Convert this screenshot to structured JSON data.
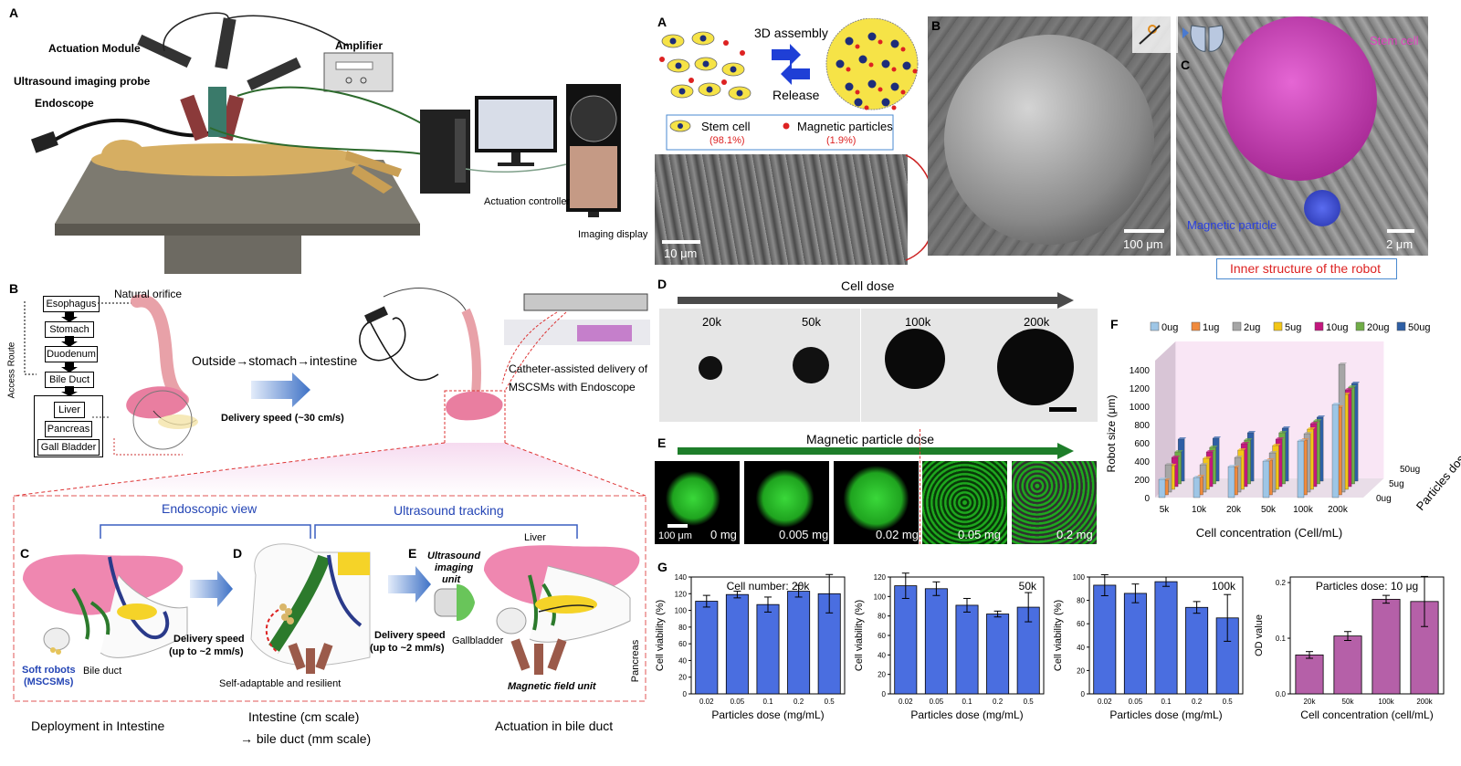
{
  "left": {
    "panel_a": {
      "letter": "A",
      "actuation_module": "Actuation Module",
      "ultrasound_probe": "Ultrasound imaging probe",
      "endoscope": "Endoscope",
      "amplifier": "Amplifier",
      "actuation_controller": "Actuation controller",
      "imaging_display": "Imaging display"
    },
    "panel_b": {
      "letter": "B",
      "access_route": "Access Route",
      "route_boxes": [
        "Esophagus",
        "Stomach",
        "Duodenum",
        "Bile Duct",
        "Liver",
        "Pancreas",
        "Gall Bladder"
      ],
      "natural_orifice": "Natural orifice",
      "outside_path": "Outside→stomach→intestine",
      "delivery_speed": "Delivery speed (~30 cm/s)",
      "catheter_caption_1": "Catheter-assisted delivery of",
      "catheter_caption_2": "MSCSMs with Endoscope"
    },
    "detail": {
      "endoscopic_view": "Endoscopic view",
      "ultrasound_tracking": "Ultrasound tracking",
      "c_letter": "C",
      "d_letter": "D",
      "e_letter": "E",
      "soft_robots_1": "Soft robots",
      "soft_robots_2": "(MSCSMs)",
      "bile_duct": "Bile duct",
      "delivery_speed_c_1": "Delivery speed",
      "delivery_speed_c_2": "(up to ~2 mm/s)",
      "delivery_speed_d_1": "Delivery speed",
      "delivery_speed_d_2": "(up to ~2 mm/s)",
      "self_adaptable": "Self-adaptable and resilient",
      "us_unit_1": "Ultrasound",
      "us_unit_2": "imaging",
      "us_unit_3": "unit",
      "liver": "Liver",
      "gallbladder": "Gallbladder",
      "pancreas": "Pancreas",
      "magnetic_field_unit": "Magnetic field unit",
      "caption_c": "Deployment in Intestine",
      "caption_d_1": "Intestine (cm scale)",
      "caption_d_2": "→ bile duct (mm scale)",
      "caption_e": "Actuation in bile duct"
    }
  },
  "right": {
    "panel_a": {
      "letter": "A",
      "assembly": "3D assembly",
      "release": "Release",
      "stem_cell": "Stem cell",
      "stem_cell_pct": "(98.1%)",
      "magnetic_particles": "Magnetic particles",
      "magnetic_pct": "(1.9%)",
      "scale": "10 μm"
    },
    "panel_b": {
      "letter": "B",
      "scale": "100 μm"
    },
    "panel_c": {
      "letter": "C",
      "stem_cell": "Stem cell",
      "magnetic_particle": "Magnetic particle",
      "scale": "2 μm",
      "caption": "Inner structure of the robot"
    },
    "panel_d": {
      "letter": "D",
      "title": "Cell dose",
      "labels": [
        "20k",
        "50k",
        "100k",
        "200k"
      ]
    },
    "panel_e": {
      "letter": "E",
      "title": "Magnetic particle dose",
      "labels": [
        "0 mg",
        "0.005 mg",
        "0.02 mg",
        "0.05 mg",
        "0.2 mg"
      ],
      "scale": "100 μm"
    },
    "panel_f": {
      "letter": "F"
    },
    "panel_g": {
      "letter": "G"
    }
  },
  "chart_data": [
    {
      "type": "bar",
      "panel": "F",
      "xlabel": "Cell concentration (Cell/mL)",
      "ylabel": "Robot size (μm)",
      "zlabel": "Particles dose",
      "categories": [
        "5k",
        "10k",
        "20k",
        "50k",
        "100k",
        "200k"
      ],
      "depth_ticks": [
        "0ug",
        "5ug",
        "50ug"
      ],
      "ylim": [
        0,
        1400
      ],
      "yticks": [
        0,
        200,
        400,
        600,
        800,
        1000,
        1200,
        1400
      ],
      "legend_position": "top",
      "series": [
        {
          "name": "0ug",
          "color": "#9ec6e6",
          "values": [
            200,
            220,
            340,
            400,
            620,
            1020
          ]
        },
        {
          "name": "1ug",
          "color": "#f08a3c",
          "values": [
            160,
            200,
            300,
            380,
            600,
            960
          ]
        },
        {
          "name": "2ug",
          "color": "#a6a6a6",
          "values": [
            300,
            300,
            380,
            430,
            640,
            1400
          ]
        },
        {
          "name": "5ug",
          "color": "#f3c617",
          "values": [
            260,
            340,
            430,
            480,
            660,
            1040
          ]
        },
        {
          "name": "10ug",
          "color": "#c4177e",
          "values": [
            320,
            380,
            470,
            520,
            690,
            1060
          ]
        },
        {
          "name": "20ug",
          "color": "#70ad47",
          "values": [
            350,
            400,
            480,
            560,
            690,
            1060
          ]
        },
        {
          "name": "50ug",
          "color": "#2e5fa5",
          "values": [
            460,
            470,
            530,
            580,
            700,
            1070
          ]
        }
      ]
    },
    {
      "type": "bar",
      "panel": "G",
      "title": "Cell number: 20k",
      "xlabel": "Particles dose (mg/mL)",
      "ylabel": "Cell viability (%)",
      "categories": [
        "0.02",
        "0.05",
        "0.1",
        "0.2",
        "0.5"
      ],
      "values": [
        111,
        119,
        107,
        123,
        120
      ],
      "errors": [
        7,
        4,
        9,
        7,
        23
      ],
      "ylim": [
        0,
        140
      ],
      "yticks": [
        0,
        20,
        40,
        60,
        80,
        100,
        120,
        140
      ],
      "color": "#4a6ee0"
    },
    {
      "type": "bar",
      "panel": "G",
      "title": "50k",
      "xlabel": "Particles dose (mg/mL)",
      "ylabel": "Cell viability (%)",
      "categories": [
        "0.02",
        "0.05",
        "0.1",
        "0.2",
        "0.5"
      ],
      "values": [
        111,
        108,
        91,
        82,
        89
      ],
      "errors": [
        13,
        7,
        7,
        3,
        15
      ],
      "ylim": [
        0,
        120
      ],
      "yticks": [
        0,
        20,
        40,
        60,
        80,
        100,
        120
      ],
      "color": "#4a6ee0"
    },
    {
      "type": "bar",
      "panel": "G",
      "title": "100k",
      "xlabel": "Particles dose (mg/mL)",
      "ylabel": "Cell viability (%)",
      "categories": [
        "0.02",
        "0.05",
        "0.1",
        "0.2",
        "0.5"
      ],
      "values": [
        93,
        86,
        96,
        74,
        65
      ],
      "errors": [
        9,
        8,
        4,
        5,
        20
      ],
      "ylim": [
        0,
        100
      ],
      "yticks": [
        0,
        20,
        40,
        60,
        80,
        100
      ],
      "color": "#4a6ee0"
    },
    {
      "type": "bar",
      "panel": "G",
      "title": "Particles dose: 10 μg",
      "xlabel": "Cell concentration (cell/mL)",
      "ylabel": "OD value",
      "categories": [
        "20k",
        "50k",
        "100k",
        "200k"
      ],
      "values": [
        0.07,
        0.104,
        0.17,
        0.166
      ],
      "errors": [
        0.006,
        0.008,
        0.007,
        0.045
      ],
      "ylim": [
        0,
        0.21
      ],
      "yticks": [
        0.0,
        0.1,
        0.2
      ],
      "color": "#b560a8"
    }
  ]
}
